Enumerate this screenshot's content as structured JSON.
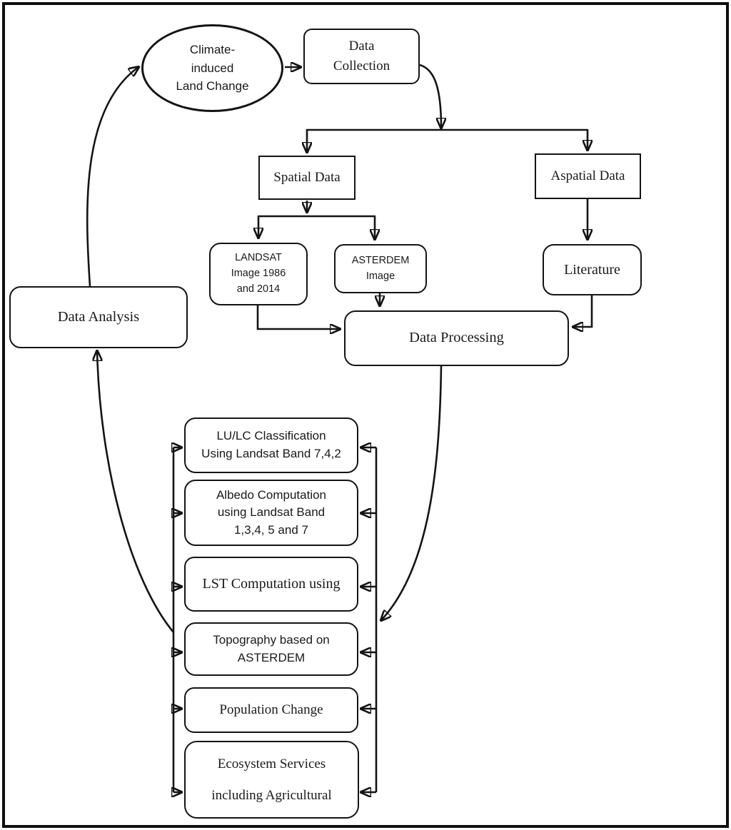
{
  "nodes": {
    "climate": {
      "label": "Climate-\ninduced\nLand Change"
    },
    "data_collection": {
      "label": "Data\nCollection"
    },
    "spatial_data": {
      "label": "Spatial Data"
    },
    "aspatial_data": {
      "label": "Aspatial Data"
    },
    "landsat": {
      "label": "LANDSAT\nImage 1986\nand 2014"
    },
    "asterdem": {
      "label": "ASTERDEM\nImage"
    },
    "literature": {
      "label": "Literature"
    },
    "data_processing": {
      "label": "Data Processing"
    },
    "data_analysis": {
      "label": "Data Analysis"
    },
    "lulc": {
      "label": "LU/LC Classification\nUsing Landsat Band 7,4,2"
    },
    "albedo": {
      "label": "Albedo Computation\nusing Landsat Band\n1,3,4, 5 and 7"
    },
    "lst": {
      "label": "LST Computation using"
    },
    "topography": {
      "label": "Topography based on\nASTERDEM"
    },
    "population": {
      "label": "Population Change"
    },
    "ecosystem": {
      "label": "Ecosystem Services\nincluding Agricultural"
    }
  },
  "edges": [
    {
      "from": "data_analysis",
      "to": "climate"
    },
    {
      "from": "climate",
      "to": "data_collection"
    },
    {
      "from": "data_collection",
      "to": "spatial_data"
    },
    {
      "from": "data_collection",
      "to": "aspatial_data"
    },
    {
      "from": "spatial_data",
      "to": "landsat"
    },
    {
      "from": "spatial_data",
      "to": "asterdem"
    },
    {
      "from": "aspatial_data",
      "to": "literature"
    },
    {
      "from": "landsat",
      "to": "data_processing"
    },
    {
      "from": "asterdem",
      "to": "data_processing"
    },
    {
      "from": "literature",
      "to": "data_processing"
    },
    {
      "from": "data_processing",
      "to": "task_rail"
    },
    {
      "from": "task_rail",
      "to": "lulc"
    },
    {
      "from": "task_rail",
      "to": "albedo"
    },
    {
      "from": "task_rail",
      "to": "lst"
    },
    {
      "from": "task_rail",
      "to": "topography"
    },
    {
      "from": "task_rail",
      "to": "population"
    },
    {
      "from": "task_rail",
      "to": "ecosystem"
    },
    {
      "from": "task_rail",
      "to": "data_analysis"
    }
  ],
  "colors": {
    "stroke": "#141414",
    "background": "#ffffff"
  }
}
